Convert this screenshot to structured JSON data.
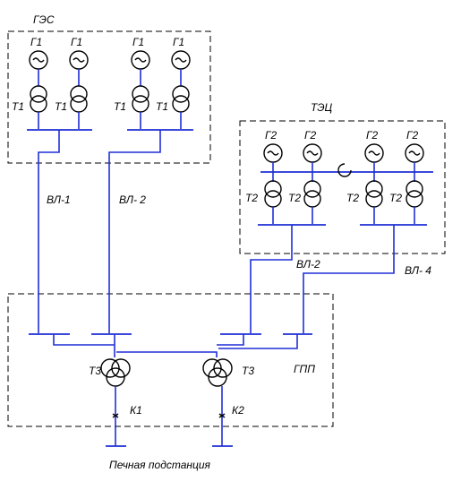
{
  "areas": {
    "hydro": "ГЭС",
    "chp": "ТЭЦ",
    "main_substation": "ГПП",
    "furnace_substation": "Печная подстанция"
  },
  "generators": {
    "hydro": [
      "Г1",
      "Г1",
      "Г1",
      "Г1"
    ],
    "chp": [
      "Г2",
      "Г2",
      "Г2",
      "Г2"
    ]
  },
  "transformers": {
    "hydro": [
      "Т1",
      "Т1",
      "Т1",
      "Т1"
    ],
    "chp": [
      "Т2",
      "Т2",
      "Т2",
      "Т2"
    ],
    "main": [
      "Т3",
      "Т3"
    ]
  },
  "lines": [
    "ВЛ-1",
    "ВЛ- 2",
    "ВЛ-2",
    "ВЛ- 4"
  ],
  "breakers": [
    "К1",
    "К2"
  ],
  "colors": {
    "wire": "#1f2fd6",
    "equipment": "#000000",
    "frame": "#000000"
  }
}
